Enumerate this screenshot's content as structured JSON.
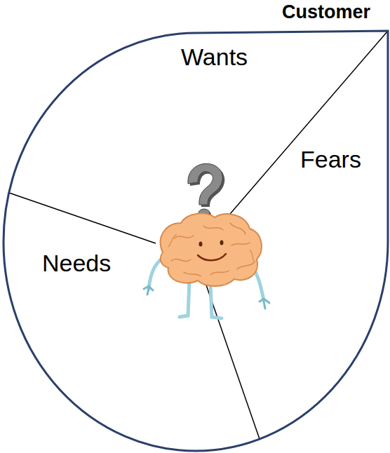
{
  "diagram": {
    "nodes": [
      {
        "text": [
          "Customer"
        ]
      }
    ],
    "labels": [
      "Wants",
      "Fears",
      "Needs"
    ]
  }
}
